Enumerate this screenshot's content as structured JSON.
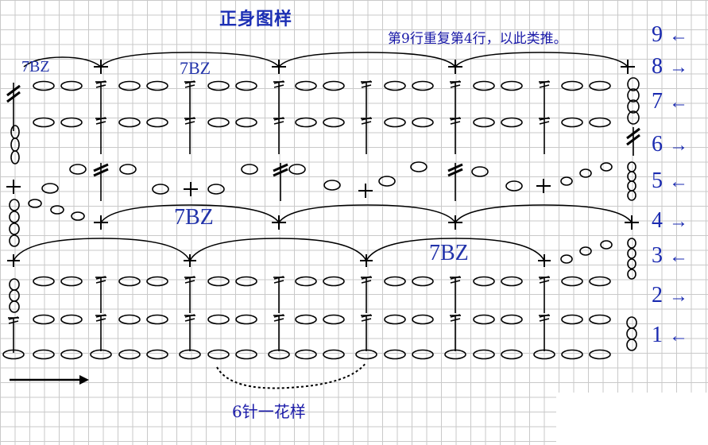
{
  "title": "正身图样",
  "note": "第9行重复第4行，以此类推。",
  "caption": "6针一花样",
  "bz_labels": [
    "7BZ",
    "7BZ",
    "7BZ",
    "7BZ"
  ],
  "rows": [
    {
      "number": "9",
      "arrow": "←"
    },
    {
      "number": "8",
      "arrow": "→"
    },
    {
      "number": "7",
      "arrow": "←"
    },
    {
      "number": "6",
      "arrow": "→"
    },
    {
      "number": "5",
      "arrow": "←"
    },
    {
      "number": "4",
      "arrow": "→"
    },
    {
      "number": "3",
      "arrow": "←"
    },
    {
      "number": "2",
      "arrow": "→"
    },
    {
      "number": "1",
      "arrow": "←"
    }
  ],
  "colors": {
    "labels": "#1a2ab0",
    "symbols": "#000000",
    "grid": "#c9c9c9"
  },
  "symbol_legend": [
    "chain-stitch-oval",
    "double-crochet-stitch",
    "single-crochet-cross",
    "chain-loop-arc"
  ]
}
